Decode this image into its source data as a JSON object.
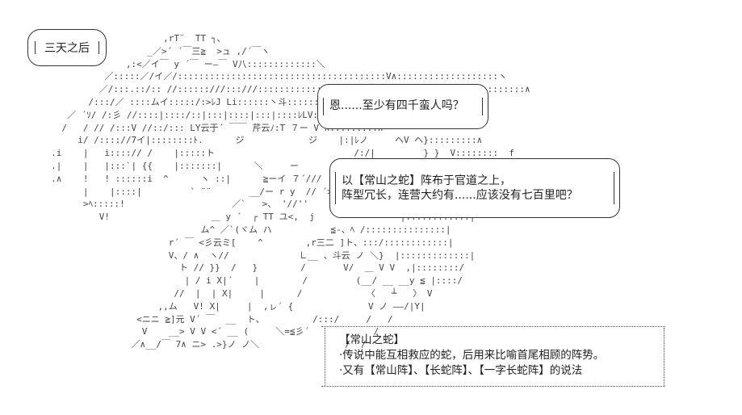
{
  "scene_tag": "三天之后",
  "dialogue": {
    "line1": "恩......至少有四千蛮人吗？",
    "line2a": "以【常山之蛇】阵布于官道之上，",
    "line2b": "阵型冗长，连营大约有......应该没有七百里吧？"
  },
  "annotation": {
    "title": "【常山之蛇】",
    "item1": "·传说中能互相救应的蛇，后用来比喻首尾相顾的阵势。",
    "item2": "·又有【常山阵】、【长蛇阵】、【一字长蛇阵】的说法"
  },
  "ascii_art_lines": [
    "                          ,rT¨  TT ┐、",
    "                       _／>´ ´￣三≧  >ュ ,/´￣ヽ",
    "                   ,:<／イ￣ y ´￣ ー―￣ V八:::::::::::::＼",
    "               ／:::::／/イ／/:::::::::::::::::::::::::::::::::::::::V∧:::::::::::::::::::ヽ",
    "              ／/:::.::/:: //::::::///:::///:::::::::::::::::ト:::::::::::::V ト、:::::::::::::∧",
    "            /:::/／ ::::ムイ:::::/:>ﾚJ Li::::::丶斗:::::::::::: 二三≧:::::::∧",
    "        ／ ´ｿ/ /:彡 //::::|::::/::|:::|::::|:::|::::ﾚLV::::::::::::: ヽミュ/::::::∧ 乂",
    "       /   / // /:::V //::/::: LY云于´ ￣￣ 芹云ﾉ:T ７ー V ∧:::::::::∧",
    "          i/ /:::://7イ|::::::::ﾄ.      ジ            ジ    |:|ﾚノ     ヘV ヘ}:::::::::∧",
    "     .i    |   i::::// /    |:::::ト                          /:/|         } }  V::::::::  f",
    "     .|    |   |:::`| {{    |:::::::|      ＼     ー      イ://:::|              |::::::::|",
    "     .∧    !   ! ::::::i  ^      ヽ ::|      ≧ーイ ７´///                   i:::::::::i",
    "           |    |::::|         ` ¨¨       __/ー r y  // ´>―┐           |::::::::乂",
    "           >ﾍ:::::!                    ／`   >、 '//''                   j::::::::::::|",
    "              V!                   ＿ y ´  ┌ TT ユ<,  j                |::::::::::::|",
    "                                 ム^ ／`(ヾム ハ           ≦-、ﾍ /:::::::::::::::|",
    "                           r´ ￣ <彡云ミ[    ^        ,r三二 ]ト、:::/::::::::::::|",
    "                           V、/ ∧  ヽ//             ㇗__ 、斗云 ノ ＼}  |:::::::::::::|",
    "                             ト // }}  /   }        /       V/  ＿ V V  ,|::::::::/",
    "                              | / i X|´    |        /         (__/ __ __y ≦ |::::/",
    "                            //  |  | X|     |      /            〈   ┴   〉 V",
    "                         ,,ム   V! X|     |  ,ㇾ´ {              V ノ ――/|Y|",
    "                     <ニニ ≧]元 V´ ￣  __  ト、         /:::/     /   /",
    "                      V    __> V V <´ __ (     ＼=≦彡´            /",
    "                    ／∧__/￣ 7∧ ニ> .>}ノ ノ＼                /  /"
  ]
}
